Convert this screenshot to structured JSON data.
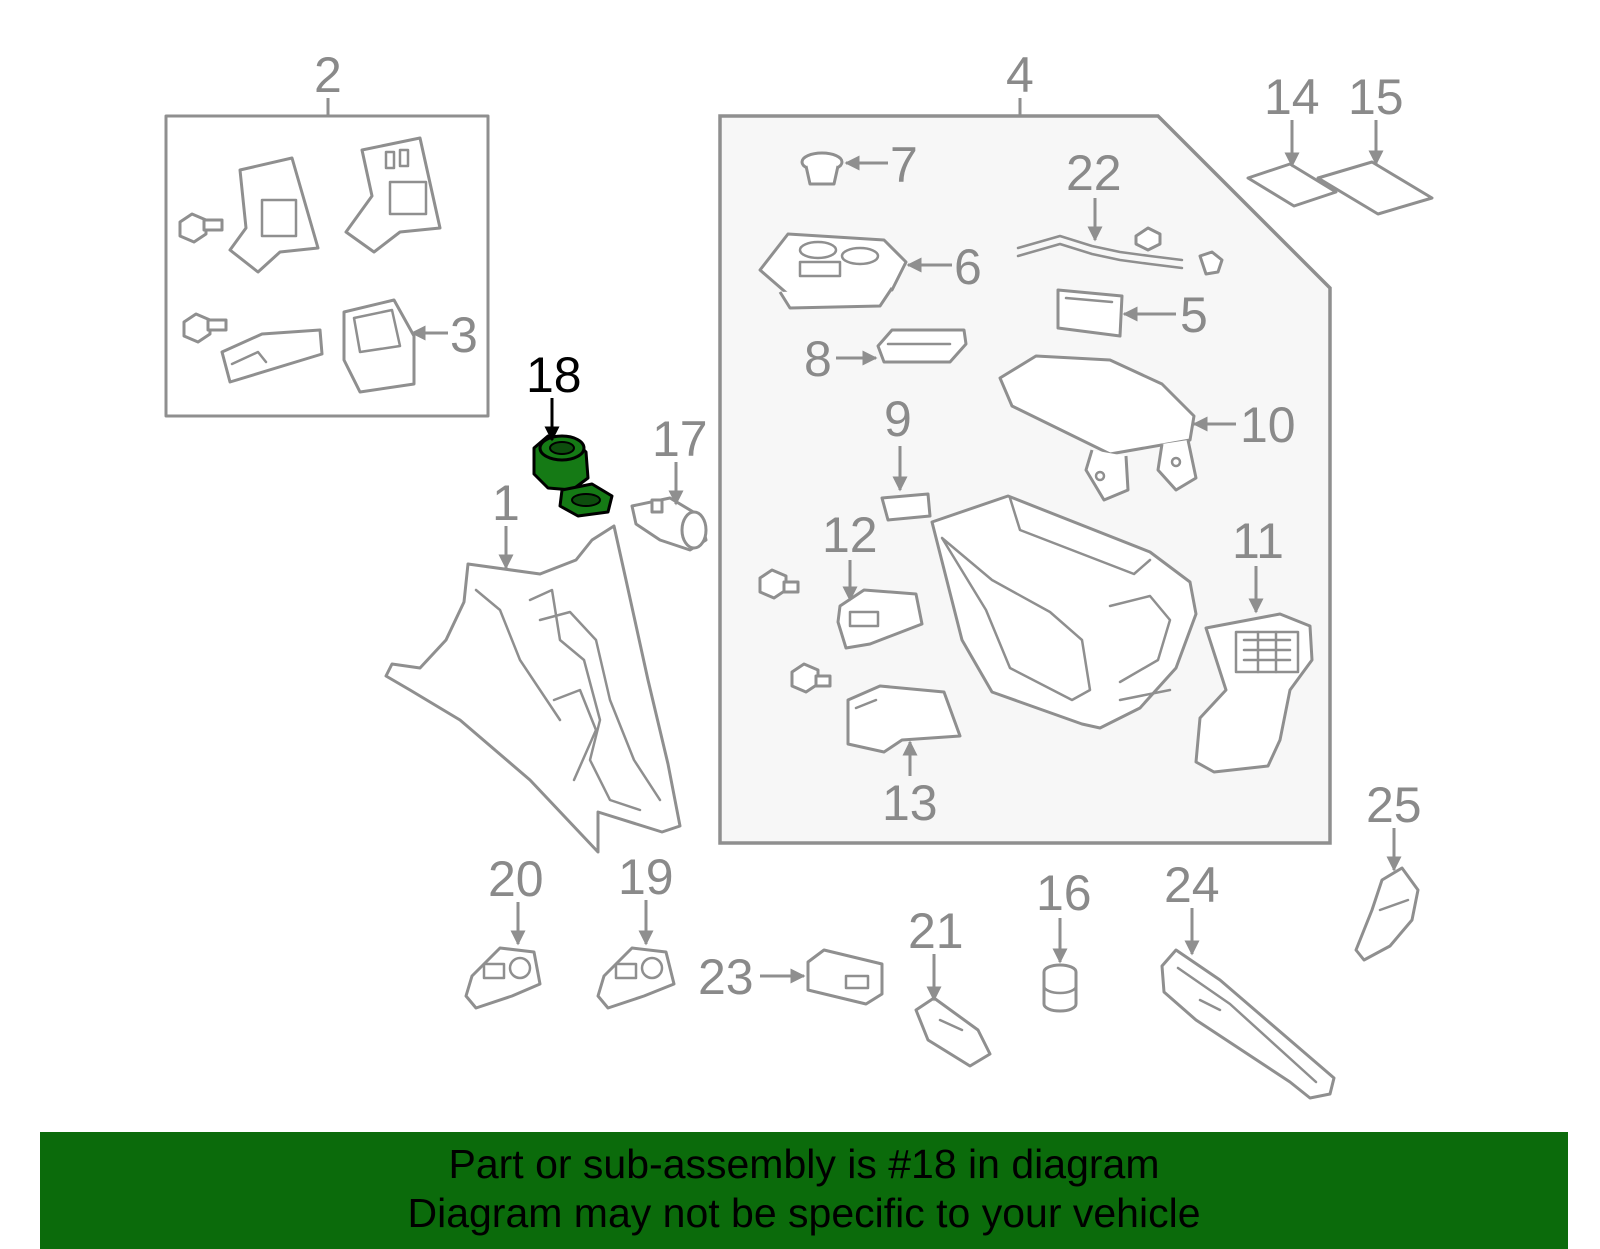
{
  "diagram": {
    "callouts": {
      "c1": "1",
      "c2": "2",
      "c3": "3",
      "c4": "4",
      "c5": "5",
      "c6": "6",
      "c7": "7",
      "c8": "8",
      "c9": "9",
      "c10": "10",
      "c11": "11",
      "c12": "12",
      "c13": "13",
      "c14": "14",
      "c15": "15",
      "c16": "16",
      "c17": "17",
      "c18": "18",
      "c19": "19",
      "c20": "20",
      "c21": "21",
      "c22": "22",
      "c23": "23",
      "c24": "24",
      "c25": "25"
    },
    "highlighted_part": "18",
    "highlight_color": "#157a15",
    "line_color": "#8f8f8f"
  },
  "banner": {
    "line1": "Part or sub-assembly is #18 in diagram",
    "line2": "Diagram may not be specific to your vehicle",
    "background": "#0b6b0b"
  }
}
